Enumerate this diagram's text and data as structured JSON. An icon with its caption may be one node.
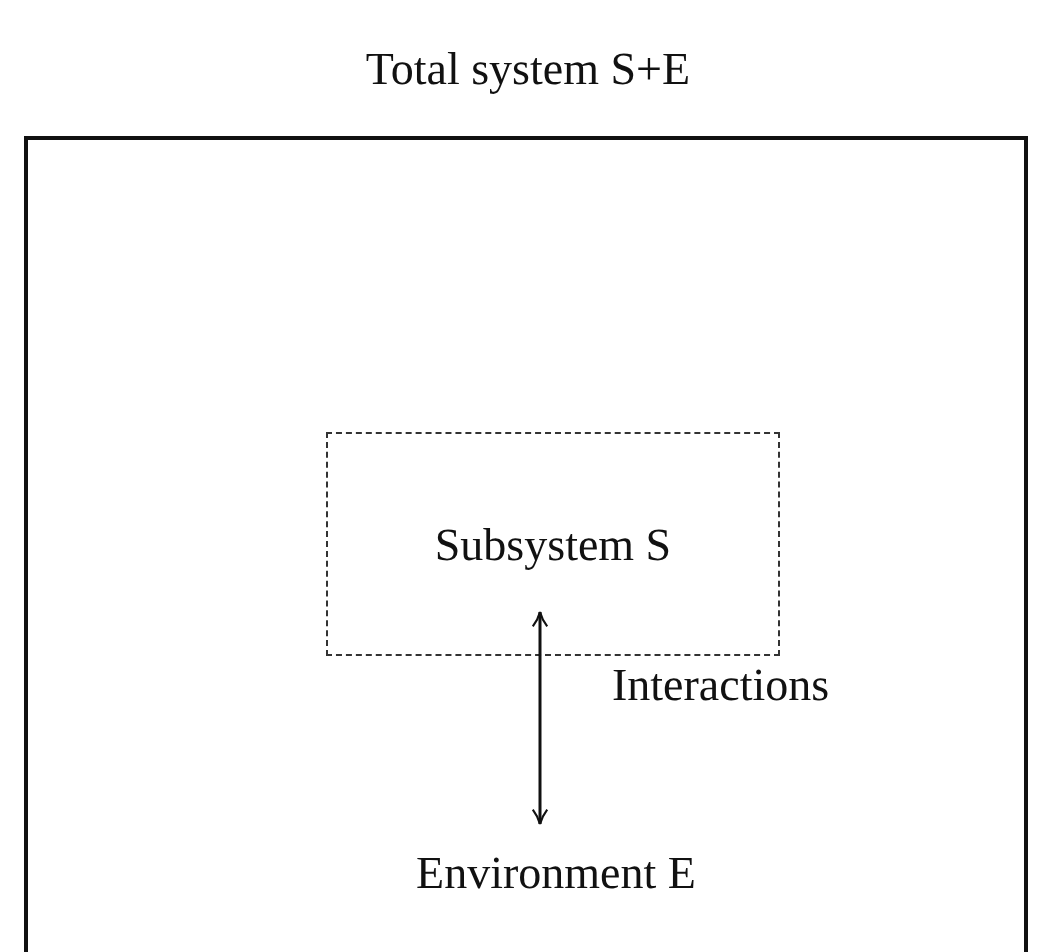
{
  "diagram": {
    "nodes": [
      {
        "text": [
          "Total system S+E"
        ]
      },
      {
        "text": [
          "Subsystem S"
        ],
        "in": 0
      },
      {
        "text": [
          "Environment E"
        ],
        "in": 0
      }
    ],
    "edges": [
      {
        "from": 1,
        "to": 2,
        "arrow": "both",
        "label": "Interactions"
      }
    ]
  }
}
